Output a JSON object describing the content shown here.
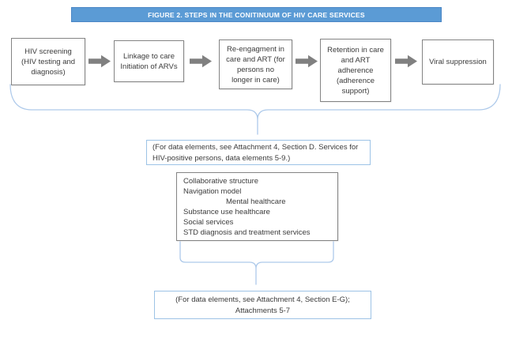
{
  "title": "FIGURE 2.  STEPS IN THE CONITINUUM OF HIV CARE SERVICES",
  "flow": {
    "steps": [
      {
        "label": "HIV screening\n(HIV testing and\ndiagnosis)"
      },
      {
        "label": "Linkage to care\nInitiation of ARVs"
      },
      {
        "label": "Re-engagment in\ncare and ART (for\npersons no\nlonger in care)"
      },
      {
        "label": "Retention in care\nand ART\nadherence\n(adherence\nsupport)"
      },
      {
        "label": "Viral suppression"
      }
    ]
  },
  "services_box": {
    "items": [
      "Collaborative structure",
      "Navigation model",
      "Mental healthcare",
      "Substance use healthcare",
      "Social services",
      "STD diagnosis and treatment services"
    ]
  },
  "notes": {
    "note1": "(For data elements, see Attachment 4, Section D. Services for\nHIV-positive persons, data elements 5-9.)",
    "note2": "(For data elements, see Attachment 4, Section E-G);\nAttachments 5-7"
  },
  "colors": {
    "title_bg": "#5b9bd5",
    "title_border": "#4a86c5",
    "title_text": "#ffffff",
    "box_border": "#848484",
    "arrow_fill": "#808080",
    "connector_blue": "#adc9ea",
    "note_border": "#9dc3e6",
    "body_text": "#3b3b3b"
  }
}
